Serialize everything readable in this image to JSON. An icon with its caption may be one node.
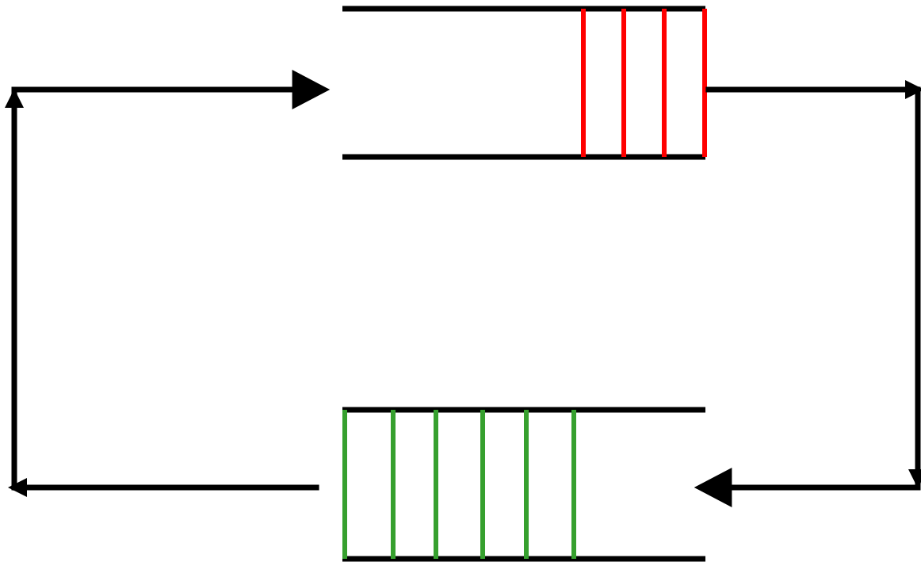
{
  "diagram": {
    "nodes": [
      {
        "text": [],
        "shape": "queue"
      },
      {
        "text": [],
        "shape": "queue"
      }
    ],
    "edges": [
      {
        "from": 0,
        "to": 1,
        "arrow": "to"
      },
      {
        "from": 1,
        "to": 0,
        "arrow": "to"
      }
    ]
  }
}
